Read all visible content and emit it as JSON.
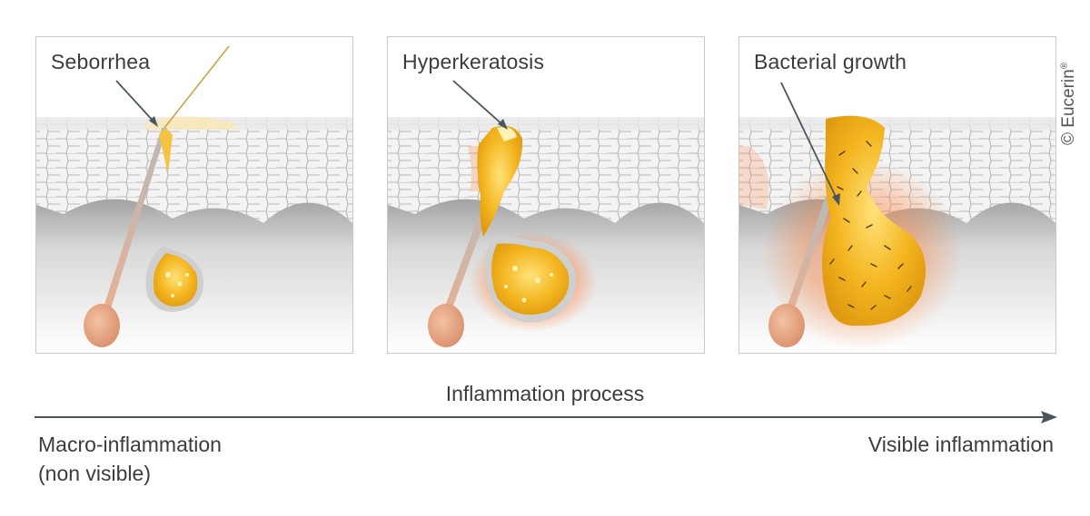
{
  "panels": [
    {
      "label": "Seborrhea",
      "stage": 1
    },
    {
      "label": "Hyperkeratosis",
      "stage": 2
    },
    {
      "label": "Bacterial growth",
      "stage": 3
    }
  ],
  "process_label": "Inflammation process",
  "left_caption": {
    "line1": "Macro-inflammation",
    "line2": "(non visible)"
  },
  "right_caption": "Visible inflammation",
  "copyright": {
    "symbol": "©",
    "brand": "Eucerin",
    "mark": "®"
  },
  "colors": {
    "sebum": "#f2b31c",
    "sebum_light": "#fbd66a",
    "skin_cell": "#f2f2f2",
    "cell_border": "#bdbdbd",
    "hair_root": "#e6a57f",
    "inflammation": "#ff7a2e",
    "arrow": "#4a5560"
  }
}
